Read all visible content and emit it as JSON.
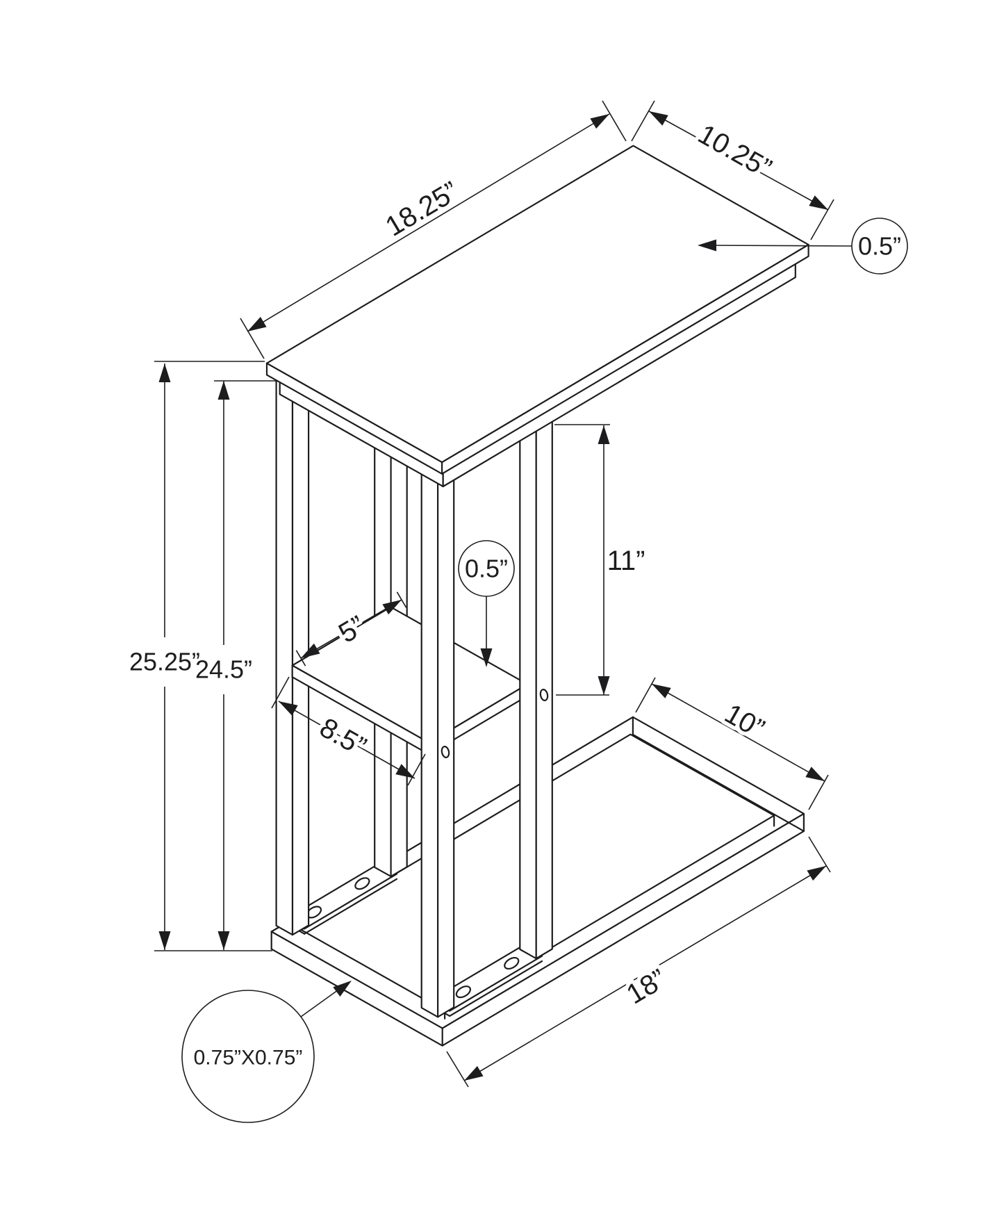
{
  "drawing": {
    "title": "accent-table-dimension-diagram",
    "dimensions": {
      "top_length": "18.25”",
      "top_width": "10.25”",
      "top_thickness": "0.5”",
      "overall_height": "25.25”",
      "frame_height": "24.5”",
      "shelf_thickness": "0.5”",
      "opening_height": "11”",
      "shelf_length": "5”",
      "shelf_width": "8.5”",
      "base_width": "10”",
      "base_length": "18”",
      "leg_section": "0.75”X0.75”"
    },
    "colors": {
      "line": "#1d1d1f",
      "background": "#ffffff"
    }
  }
}
